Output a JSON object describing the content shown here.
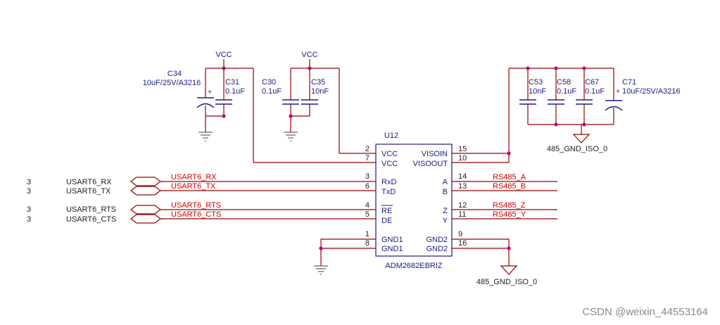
{
  "vcc_label": "VCC",
  "gnd_iso_label": "485_GND_ISO_0",
  "ic": {
    "ref": "U12",
    "part": "ADM2682EBRIZ",
    "left_pins": [
      {
        "num": "2",
        "name": "VCC"
      },
      {
        "num": "7",
        "name": "VCC"
      },
      {
        "num": "3",
        "name": "RxD"
      },
      {
        "num": "6",
        "name": "TxD"
      },
      {
        "num": "4",
        "name": "RE"
      },
      {
        "num": "5",
        "name": "DE"
      },
      {
        "num": "1",
        "name": "GND1"
      },
      {
        "num": "8",
        "name": "GND1"
      }
    ],
    "right_pins": [
      {
        "num": "15",
        "name": "VISOIN"
      },
      {
        "num": "10",
        "name": "VISOOUT"
      },
      {
        "num": "14",
        "name": "A"
      },
      {
        "num": "13",
        "name": "B"
      },
      {
        "num": "12",
        "name": "Z"
      },
      {
        "num": "11",
        "name": "Y"
      },
      {
        "num": "9",
        "name": "GND2"
      },
      {
        "num": "16",
        "name": "GND2"
      }
    ]
  },
  "capacitors": {
    "c34": {
      "ref": "C34",
      "value": "10uF/25V/A3216"
    },
    "c31": {
      "ref": "C31",
      "value": "0.1uF"
    },
    "c30": {
      "ref": "C30",
      "value": "0.1uF"
    },
    "c35": {
      "ref": "C35",
      "value": "10nF"
    },
    "c53": {
      "ref": "C53",
      "value": "10nF"
    },
    "c58": {
      "ref": "C58",
      "value": "0.1uF"
    },
    "c67": {
      "ref": "C67",
      "value": "0.1uF"
    },
    "c71": {
      "ref": "C71",
      "value": "10uF/25V/A3216"
    }
  },
  "ports": [
    {
      "sheet": "3",
      "name": "USART6_RX",
      "net": "USART6_RX"
    },
    {
      "sheet": "3",
      "name": "USART6_TX",
      "net": "USART6_TX"
    },
    {
      "sheet": "3",
      "name": "USART6_RTS",
      "net": "USART6_RTS"
    },
    {
      "sheet": "3",
      "name": "USART6_CTS",
      "net": "USART6_CTS"
    }
  ],
  "rs485_nets": [
    "RS485_A",
    "RS485_B",
    "RS485_Z",
    "RS485_Y"
  ],
  "watermark": "CSDN @weixin_44553164"
}
